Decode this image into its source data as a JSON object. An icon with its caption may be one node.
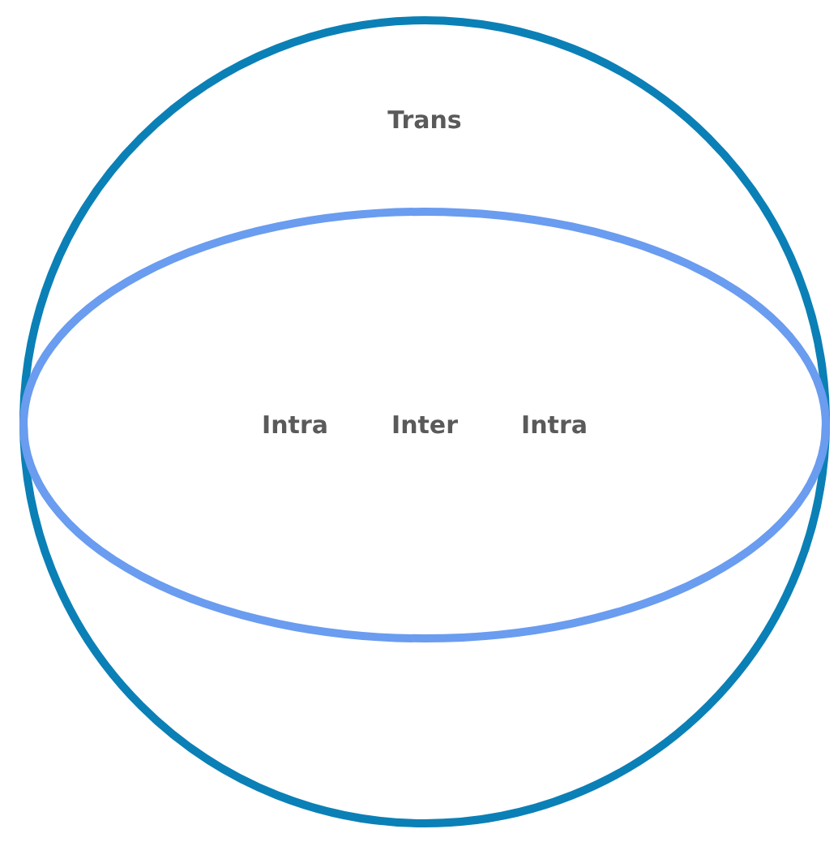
{
  "diagram": {
    "nodes": [
      {
        "text": [
          "Trans"
        ]
      },
      {
        "text": [
          "Intra",
          "Inter",
          "Intra"
        ],
        "in": 0
      }
    ]
  }
}
